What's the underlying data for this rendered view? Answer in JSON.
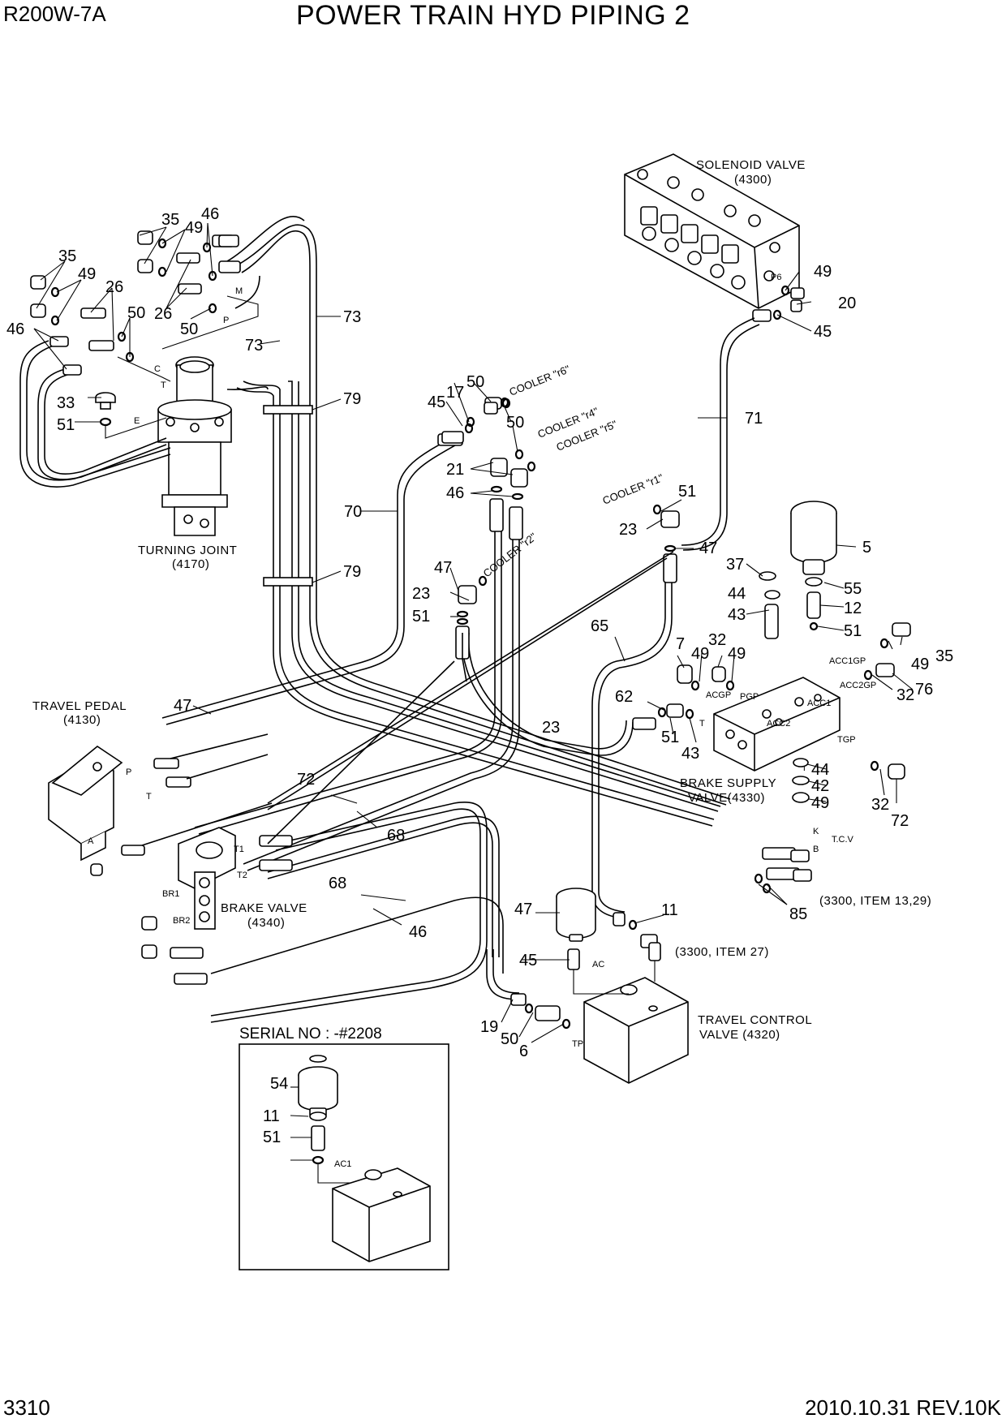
{
  "header": {
    "model": "R200W-7A",
    "title": "POWER TRAIN HYD PIPING 2"
  },
  "footer": {
    "page_number": "3310",
    "revision": "2010.10.31 REV.10K"
  },
  "components": {
    "solenoid_valve": {
      "name": "SOLENOID VALVE",
      "ref": "(4300)"
    },
    "turning_joint": {
      "name": "TURNING JOINT",
      "ref": "(4170)"
    },
    "travel_pedal": {
      "name": "TRAVEL PEDAL",
      "ref": "(4130)"
    },
    "brake_supply_valve": {
      "name": "BRAKE SUPPLY",
      "ref": "VALVE(4330)"
    },
    "brake_valve": {
      "name": "BRAKE VALVE",
      "ref": "(4340)"
    },
    "travel_control_valve": {
      "name": "TRAVEL CONTROL",
      "ref": "VALVE (4320)"
    },
    "ref_3300_13_29": "(3300, ITEM 13,29)",
    "ref_3300_27": "(3300, ITEM 27)"
  },
  "cooler_labels": [
    "COOLER \"r6\"",
    "COOLER \"r4\"",
    "COOLER \"r5\"",
    "COOLER \"r1\"",
    "COOLER \"r2\""
  ],
  "serial_box": {
    "label": "SERIAL NO : -#2208"
  },
  "port_labels": [
    "M",
    "P",
    "C",
    "T",
    "E",
    "P6",
    "A",
    "P",
    "T",
    "T1",
    "T2",
    "BR1",
    "BR2",
    "ACC1GP",
    "ACC2GP",
    "ACGP",
    "PGP",
    "ACC2",
    "ACC1",
    "TGP",
    "T",
    "T",
    "K",
    "B",
    "T.C.V",
    "AC",
    "TP",
    "AC1"
  ],
  "callouts": [
    "35",
    "49",
    "46",
    "35",
    "49",
    "26",
    "50",
    "26",
    "50",
    "46",
    "73",
    "73",
    "33",
    "51",
    "79",
    "79",
    "45",
    "17",
    "50",
    "50",
    "21",
    "46",
    "70",
    "71",
    "49",
    "20",
    "45",
    "51",
    "23",
    "47",
    "47",
    "23",
    "51",
    "5",
    "37",
    "55",
    "44",
    "12",
    "43",
    "51",
    "65",
    "7",
    "49",
    "32",
    "49",
    "35",
    "49",
    "32",
    "76",
    "47",
    "62",
    "23",
    "51",
    "43",
    "44",
    "42",
    "49",
    "32",
    "72",
    "72",
    "68",
    "68",
    "46",
    "85",
    "47",
    "11",
    "45",
    "19",
    "50",
    "6",
    "54",
    "11",
    "51"
  ]
}
